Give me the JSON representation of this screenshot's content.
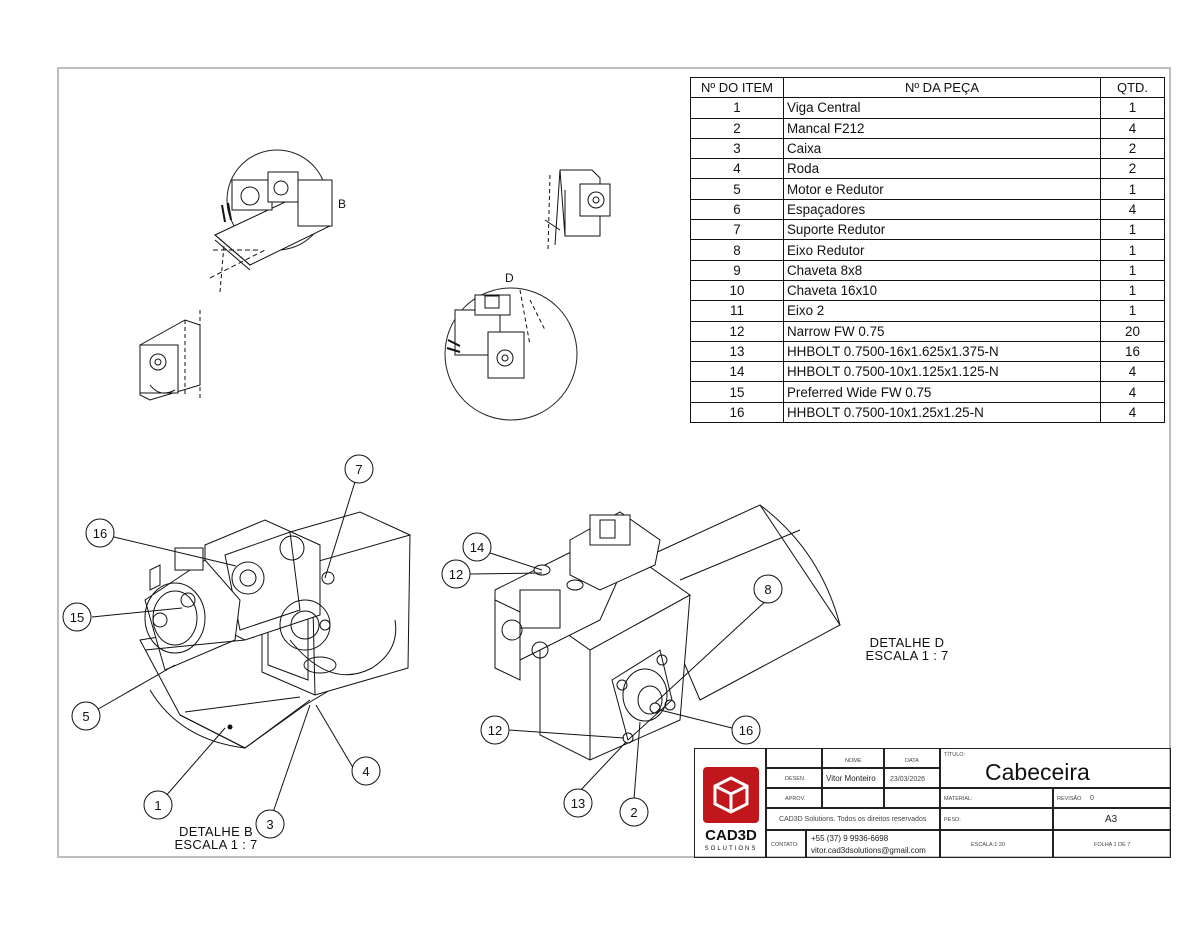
{
  "bom": {
    "headers": [
      "Nº DO ITEM",
      "Nº DA PEÇA",
      "QTD."
    ],
    "rows": [
      {
        "item": "1",
        "part": "Viga Central",
        "qty": "1"
      },
      {
        "item": "2",
        "part": "Mancal F212",
        "qty": "4"
      },
      {
        "item": "3",
        "part": "Caixa",
        "qty": "2"
      },
      {
        "item": "4",
        "part": "Roda",
        "qty": "2"
      },
      {
        "item": "5",
        "part": "Motor e Redutor",
        "qty": "1"
      },
      {
        "item": "6",
        "part": "Espaçadores",
        "qty": "4"
      },
      {
        "item": "7",
        "part": "Suporte Redutor",
        "qty": "1"
      },
      {
        "item": "8",
        "part": "Eixo Redutor",
        "qty": "1"
      },
      {
        "item": "9",
        "part": "Chaveta 8x8",
        "qty": "1"
      },
      {
        "item": "10",
        "part": "Chaveta 16x10",
        "qty": "1"
      },
      {
        "item": "11",
        "part": "Eixo 2",
        "qty": "1"
      },
      {
        "item": "12",
        "part": "Narrow FW 0.75",
        "qty": "20"
      },
      {
        "item": "13",
        "part": "HHBOLT 0.7500-16x1.625x1.375-N",
        "qty": "16"
      },
      {
        "item": "14",
        "part": "HHBOLT 0.7500-10x1.125x1.125-N",
        "qty": "4"
      },
      {
        "item": "15",
        "part": "Preferred Wide FW 0.75",
        "qty": "4"
      },
      {
        "item": "16",
        "part": "HHBOLT 0.7500-10x1.25x1.25-N",
        "qty": "4"
      }
    ]
  },
  "views": {
    "detail_b_letter": "B",
    "detail_d_letter": "D"
  },
  "detail_d": {
    "line1": "DETALHE D",
    "line2": "ESCALA 1 : 7"
  },
  "detail_b": {
    "line1": "DETALHE B",
    "line2": "ESCALA 1 : 7"
  },
  "balloons_b": [
    "16",
    "15",
    "5",
    "1",
    "3",
    "4",
    "7"
  ],
  "balloons_d": [
    "14",
    "12",
    "8",
    "16",
    "12",
    "13",
    "2"
  ],
  "titleblock": {
    "col_nome": "NOME",
    "col_data": "DATA",
    "desen_label": "DESEN.",
    "desen_name": "Vitor Monteiro",
    "desen_date": "23/03/2026",
    "aprov_label": "APROV.",
    "titulo_label": "TÍTULO:",
    "title": "Cabeceira",
    "material_label": "MATERIAL:",
    "revisao_label": "REVISÃO",
    "revisao_value": "0",
    "rights": "CAD3D Solutions. Todos os direitos reservados",
    "peso_label": "PESO:",
    "size": "A3",
    "contato_label": "CONTATO:",
    "phone": "+55 (37) 9 9936-6698",
    "email": "vitor.cad3dsolutions@gmail.com",
    "escala": "ESCALA:1:20",
    "folha": "FOLHA 1 DE 7"
  },
  "logo": {
    "name": "CAD3D",
    "tagline": "SOLUTIONS",
    "color": "#c0161c"
  }
}
